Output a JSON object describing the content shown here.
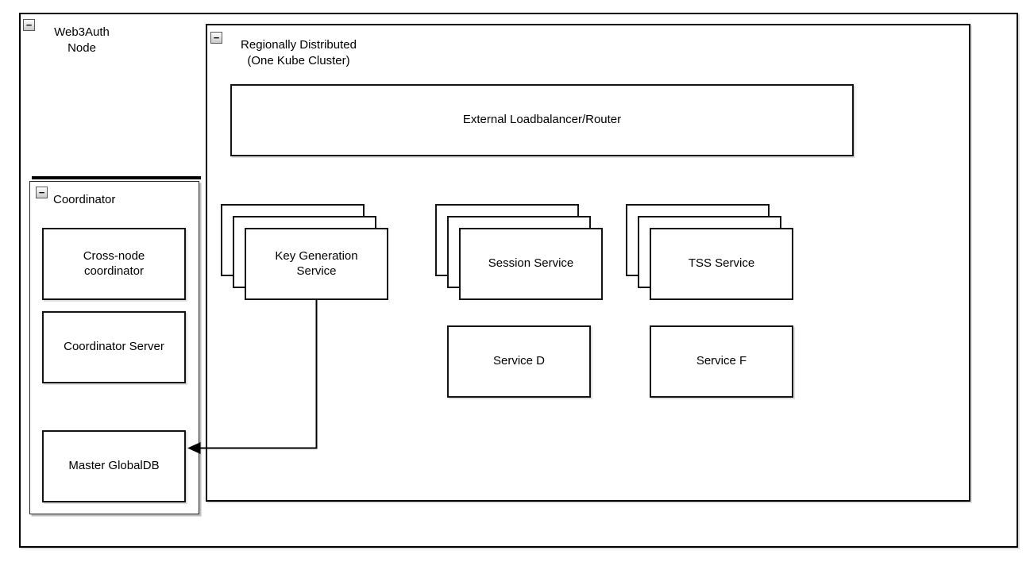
{
  "colors": {
    "border": "#000000",
    "fill": "#ffffff",
    "label": "#000000",
    "collapse_border": "#595959",
    "shadow": "#bdbdbd"
  },
  "icons": {
    "collapse_glyph": "−",
    "collapse_name": "minus-collapse"
  },
  "nodes": {
    "web3auth": {
      "label": "Web3Auth Node"
    },
    "region": {
      "label": "Regionally Distributed (One Kube Cluster)"
    },
    "loadbalancer": {
      "label": "External Loadbalancer/Router"
    },
    "key_generation": {
      "label": "Key Generation Service",
      "replicas": 3
    },
    "session": {
      "label": "Session Service",
      "replicas": 3
    },
    "tss": {
      "label": "TSS Service",
      "replicas": 3
    },
    "service_d": {
      "label": "Service D"
    },
    "service_f": {
      "label": "Service F"
    },
    "coordinator": {
      "label": "Coordinator"
    },
    "cross_node": {
      "label": "Cross-node coordinator"
    },
    "coordinator_server": {
      "label": "Coordinator Server"
    },
    "master_globaldb": {
      "label": "Master GlobalDB"
    }
  },
  "edges": [
    {
      "from": "key_generation",
      "to": "master_globaldb",
      "shape": "elbow",
      "arrowhead": "left"
    }
  ]
}
